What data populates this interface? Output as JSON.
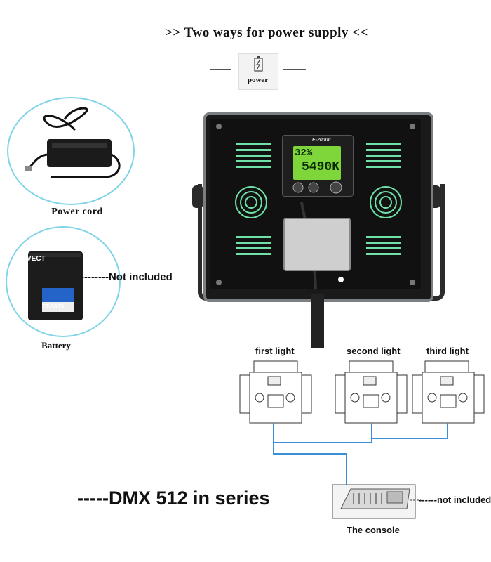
{
  "header": {
    "title": ">> Two ways for power supply <<",
    "power_icon_label": "power"
  },
  "power_options": {
    "cord_label": "Power cord",
    "battery_label": "Battery",
    "battery_note": "--------Not included",
    "battery_brand": "VECT",
    "battery_model": "ET-160S"
  },
  "panel": {
    "model": "E-2000II",
    "lcd_top": "32%",
    "lcd_bottom": "5490K"
  },
  "dmx": {
    "light_labels": [
      "first light",
      "second light",
      "third light"
    ],
    "series_label": "-----DMX 512 in series",
    "console_label": "The console",
    "console_note": "------not included"
  },
  "colors": {
    "circle_border": "#7fd4e8",
    "cable": "#3a8fd6",
    "lcd": "#7ed63a"
  }
}
